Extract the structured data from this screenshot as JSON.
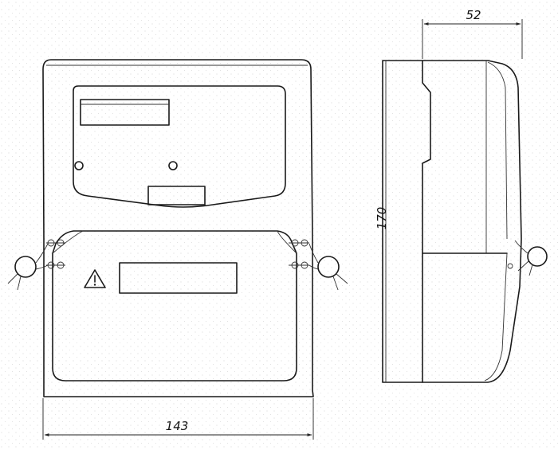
{
  "dimensions": {
    "width": "143",
    "height": "170",
    "depth": "52"
  },
  "symbols": {
    "warning_icon": "warning-triangle"
  },
  "colors": {
    "line": "#1a1a1a",
    "background": "#ffffff"
  }
}
